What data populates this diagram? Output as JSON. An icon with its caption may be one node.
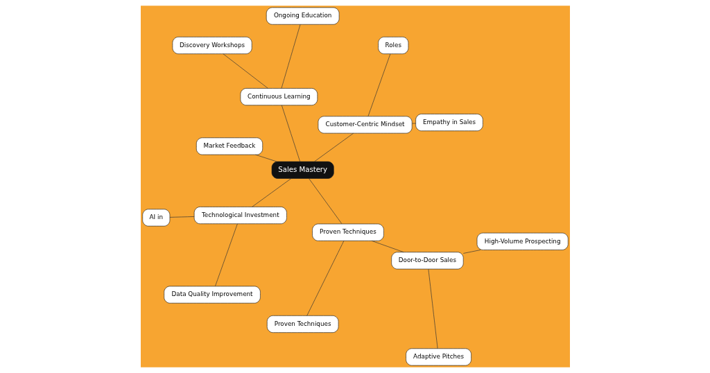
{
  "diagram": {
    "nodes": [
      {
        "text": [
          "Empathy in Sales"
        ]
      },
      {
        "text": [
          "Ongoing Education"
        ]
      },
      {
        "text": [
          "Discovery Workshops"
        ]
      },
      {
        "text": [
          "Roles"
        ]
      },
      {
        "text": [
          "Customer-Centric Mindset"
        ]
      },
      {
        "text": [
          "Continuous Learning"
        ]
      },
      {
        "text": [
          "Sales Mastery"
        ]
      },
      {
        "text": [
          "Market Feedback"
        ]
      },
      {
        "text": [
          "AI in"
        ]
      },
      {
        "text": [
          "Technological Investment"
        ]
      },
      {
        "text": [
          "Proven Techniques"
        ]
      },
      {
        "text": [
          "Data Quality Improvement"
        ]
      },
      {
        "text": [
          "Proven Techniques"
        ]
      },
      {
        "text": [
          "Door-to-Door Sales"
        ]
      },
      {
        "text": [
          "Adaptive Pitches"
        ]
      },
      {
        "text": [
          "High-Volume Prospecting"
        ]
      }
    ],
    "edges": [
      {
        "from": 6,
        "to": 4,
        "arrow": "none"
      },
      {
        "from": 6,
        "to": 5,
        "arrow": "none"
      },
      {
        "from": 6,
        "to": 7,
        "arrow": "none"
      },
      {
        "from": 6,
        "to": 9,
        "arrow": "none"
      },
      {
        "from": 6,
        "to": 10,
        "arrow": "none"
      },
      {
        "from": 4,
        "to": 0,
        "arrow": "none"
      },
      {
        "from": 4,
        "to": 3,
        "arrow": "none"
      },
      {
        "from": 5,
        "to": 1,
        "arrow": "none"
      },
      {
        "from": 5,
        "to": 2,
        "arrow": "none"
      },
      {
        "from": 9,
        "to": 8,
        "arrow": "none"
      },
      {
        "from": 9,
        "to": 11,
        "arrow": "none"
      },
      {
        "from": 10,
        "to": 12,
        "arrow": "none"
      },
      {
        "from": 10,
        "to": 13,
        "arrow": "none"
      },
      {
        "from": 13,
        "to": 14,
        "arrow": "none"
      },
      {
        "from": 13,
        "to": 15,
        "arrow": "none"
      }
    ]
  }
}
